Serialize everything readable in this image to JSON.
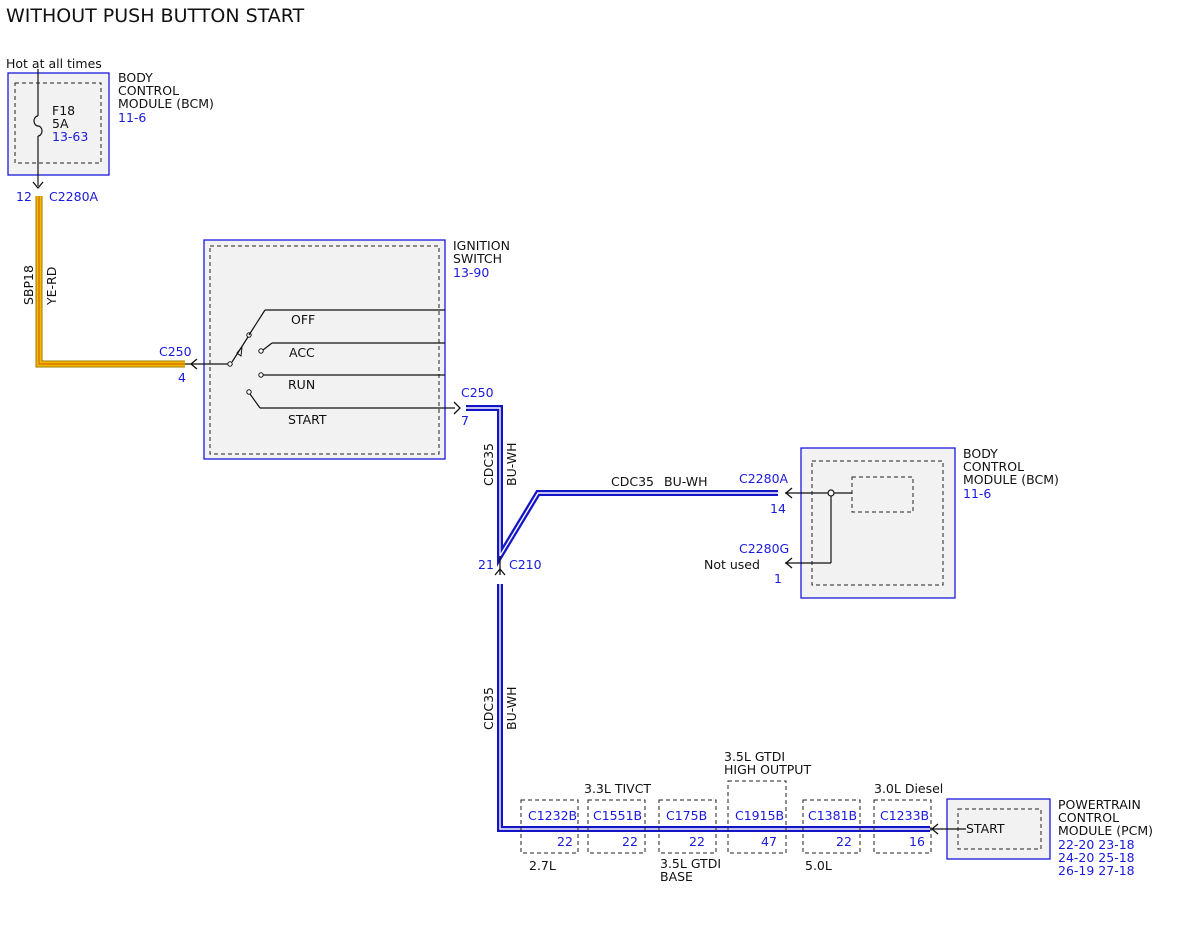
{
  "title": "WITHOUT PUSH BUTTON START",
  "colors": {
    "wire_blue": "#1515c8",
    "wire_blue_core": "#ffffff",
    "wire_yellow": "#e8a800",
    "wire_red_stripe": "#c86400",
    "component_border": "#1a1adc",
    "component_fill": "#f2f2f2",
    "reference_text": "#1a1adc"
  },
  "power": {
    "label": "Hot at all times"
  },
  "bcm_top": {
    "name_lines": [
      "BODY",
      "CONTROL",
      "MODULE (BCM)"
    ],
    "ref": "11-6",
    "fuse": {
      "id": "F18",
      "rating": "5A",
      "ref": "13-63"
    },
    "connector": "C2280A",
    "pin": "12"
  },
  "wire_sbp18": {
    "circuit": "SBP18",
    "color_code": "YE-RD"
  },
  "ignition_switch": {
    "name_lines": [
      "IGNITION",
      "SWITCH"
    ],
    "ref": "13-90",
    "positions": [
      "OFF",
      "ACC",
      "RUN",
      "START"
    ],
    "input_connector": "C250",
    "input_pin": "4",
    "output_connector": "C250",
    "output_pin": "7"
  },
  "wire_cdc35_upper": {
    "circuit": "CDC35",
    "color_code": "BU-WH"
  },
  "wire_cdc35_horizontal": {
    "circuit": "CDC35",
    "color_code": "BU-WH"
  },
  "splice": {
    "connector": "C210",
    "pin": "21"
  },
  "bcm_right": {
    "name_lines": [
      "BODY",
      "CONTROL",
      "MODULE (BCM)"
    ],
    "ref": "11-6",
    "connector": "C2280A",
    "pin": "14",
    "unused_connector": "C2280G",
    "unused_pin": "1",
    "unused_label": "Not used"
  },
  "wire_cdc35_lower": {
    "circuit": "CDC35",
    "color_code": "BU-WH"
  },
  "inline_connectors": [
    {
      "id": "C1232B",
      "pin": "22",
      "engine_above": "",
      "engine_below": "2.7L"
    },
    {
      "id": "C1551B",
      "pin": "22",
      "engine_above": "3.3L TIVCT",
      "engine_below": ""
    },
    {
      "id": "C175B",
      "pin": "22",
      "engine_above": "",
      "engine_below": "3.5L GTDI BASE"
    },
    {
      "id": "C1915B",
      "pin": "47",
      "engine_above": "3.5L GTDI HIGH OUTPUT",
      "engine_below": ""
    },
    {
      "id": "C1381B",
      "pin": "22",
      "engine_above": "",
      "engine_below": "5.0L"
    },
    {
      "id": "C1233B",
      "pin": "16",
      "engine_above": "3.0L Diesel",
      "engine_below": ""
    }
  ],
  "pcm": {
    "name_lines": [
      "POWERTRAIN",
      "CONTROL",
      "MODULE (PCM)"
    ],
    "refs": [
      "22-20 23-18",
      "24-20 25-18",
      "26-19 27-18"
    ],
    "function": "START"
  }
}
